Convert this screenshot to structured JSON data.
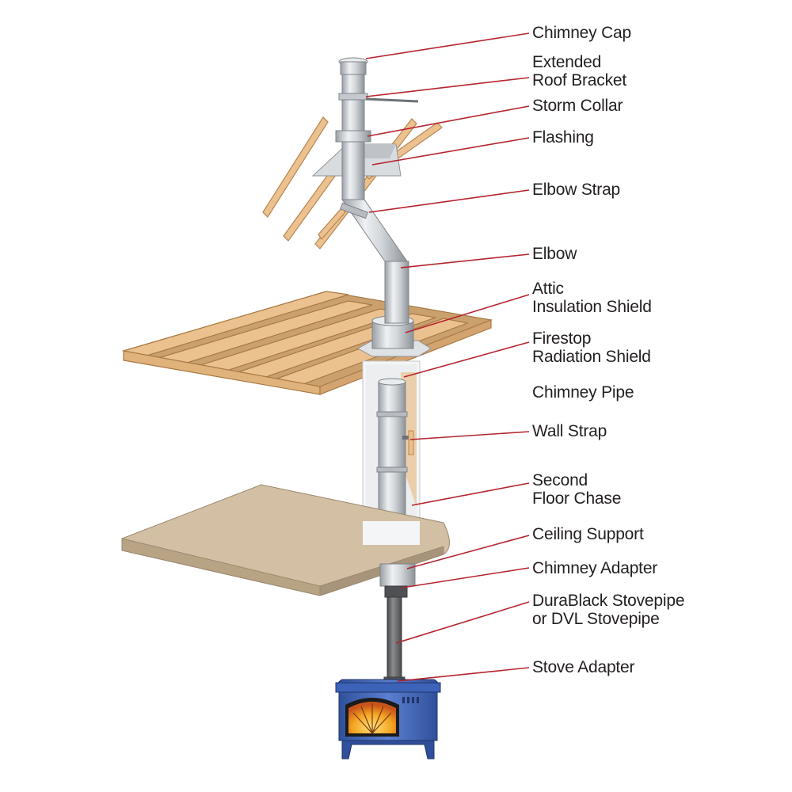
{
  "colors": {
    "leader": "#b5242f",
    "wood": "#ebc28f",
    "wood_dark": "#c08a52",
    "floor": "#d3bfa3",
    "steel": "#cfd3d7",
    "stove": "#3a5fb0",
    "stovepipe": "#6d6e71"
  },
  "labels": [
    {
      "id": "chimney-cap",
      "lines": [
        "Chimney Cap"
      ]
    },
    {
      "id": "extended-roof-bracket",
      "lines": [
        "Extended",
        "Roof Bracket"
      ]
    },
    {
      "id": "storm-collar",
      "lines": [
        "Storm Collar"
      ]
    },
    {
      "id": "flashing",
      "lines": [
        "Flashing"
      ]
    },
    {
      "id": "elbow-strap",
      "lines": [
        "Elbow Strap"
      ]
    },
    {
      "id": "elbow",
      "lines": [
        "Elbow"
      ]
    },
    {
      "id": "attic-insulation-shield",
      "lines": [
        "Attic",
        "Insulation Shield"
      ]
    },
    {
      "id": "firestop-radiation-shield",
      "lines": [
        "Firestop",
        "Radiation Shield"
      ]
    },
    {
      "id": "chimney-pipe",
      "lines": [
        "Chimney Pipe"
      ]
    },
    {
      "id": "wall-strap",
      "lines": [
        "Wall Strap"
      ]
    },
    {
      "id": "second-floor-chase",
      "lines": [
        "Second",
        "Floor Chase"
      ]
    },
    {
      "id": "ceiling-support",
      "lines": [
        "Ceiling Support"
      ]
    },
    {
      "id": "chimney-adapter",
      "lines": [
        "Chimney Adapter"
      ]
    },
    {
      "id": "stovepipe",
      "lines": [
        "DuraBlack Stovepipe",
        "or DVL Stovepipe"
      ]
    },
    {
      "id": "stove-adapter",
      "lines": [
        "Stove Adapter"
      ]
    }
  ]
}
